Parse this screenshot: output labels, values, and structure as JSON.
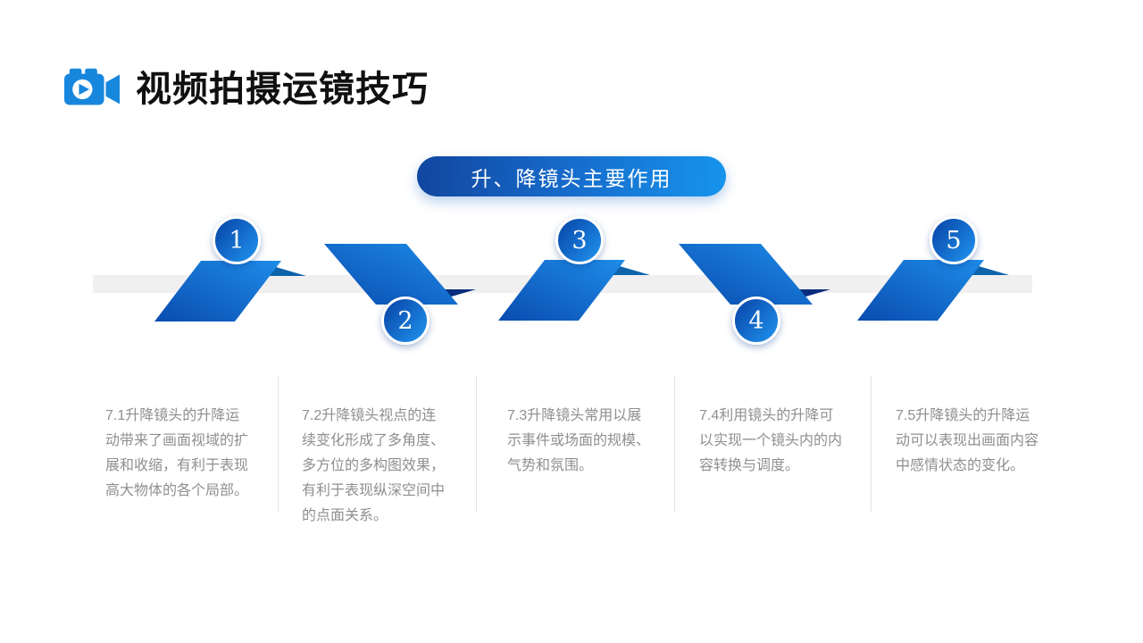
{
  "header": {
    "icon": "video-camera-icon",
    "title": "视频拍摄运镜技巧"
  },
  "banner": {
    "label": "升、降镜头主要作用"
  },
  "timeline": {
    "items": [
      {
        "number": "1",
        "position": "above",
        "desc": "7.1升降镜头的升降运\n动带来了画面视域的扩\n展和收缩，有利于表现\n高大物体的各个局部。"
      },
      {
        "number": "2",
        "position": "below",
        "desc": "7.2升降镜头视点的连\n续变化形成了多角度、\n多方位的多构图效果，\n有利于表现纵深空间中\n的点面关系。"
      },
      {
        "number": "3",
        "position": "above",
        "desc": "7.3升降镜头常用以展\n示事件或场面的规模、\n气势和氛围。"
      },
      {
        "number": "4",
        "position": "below",
        "desc": "7.4利用镜头的升降可\n以实现一个镜头内的内\n容转换与调度。"
      },
      {
        "number": "5",
        "position": "above",
        "desc": "7.5升降镜头的升降运\n动可以表现出画面内容\n中感情状态的变化。"
      }
    ]
  },
  "colors": {
    "icon_blue": "#1787dd",
    "ribbon_gradient_dark": "#0a4cb0",
    "ribbon_gradient_light": "#1e8ce8",
    "fold_up": "#0f63ab",
    "fold_down": "#0a2e7c",
    "banner_gradient_left": "#11469f",
    "banner_gradient_right": "#1694ec",
    "track_gray": "#f0f0f1",
    "desc_text_gray": "#8f8f8f",
    "title_black": "#101010"
  }
}
